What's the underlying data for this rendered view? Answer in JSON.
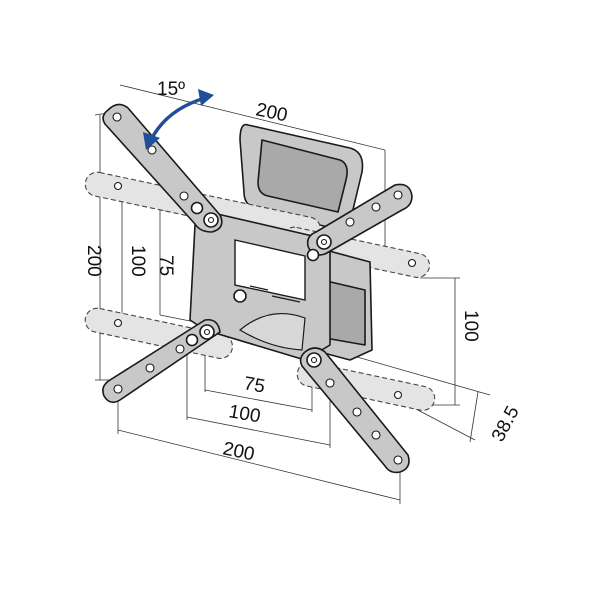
{
  "dimensions": {
    "angle": "15º",
    "top_width": "200",
    "left_outer": "200",
    "left_middle": "100",
    "left_inner": "75",
    "right_height": "100",
    "bottom_inner": "75",
    "bottom_middle": "100",
    "bottom_outer": "200",
    "depth": "38.5"
  },
  "colors": {
    "arrow": "#1f4e9a",
    "metal": "#c8c8c8",
    "line": "#1a1a1a"
  }
}
